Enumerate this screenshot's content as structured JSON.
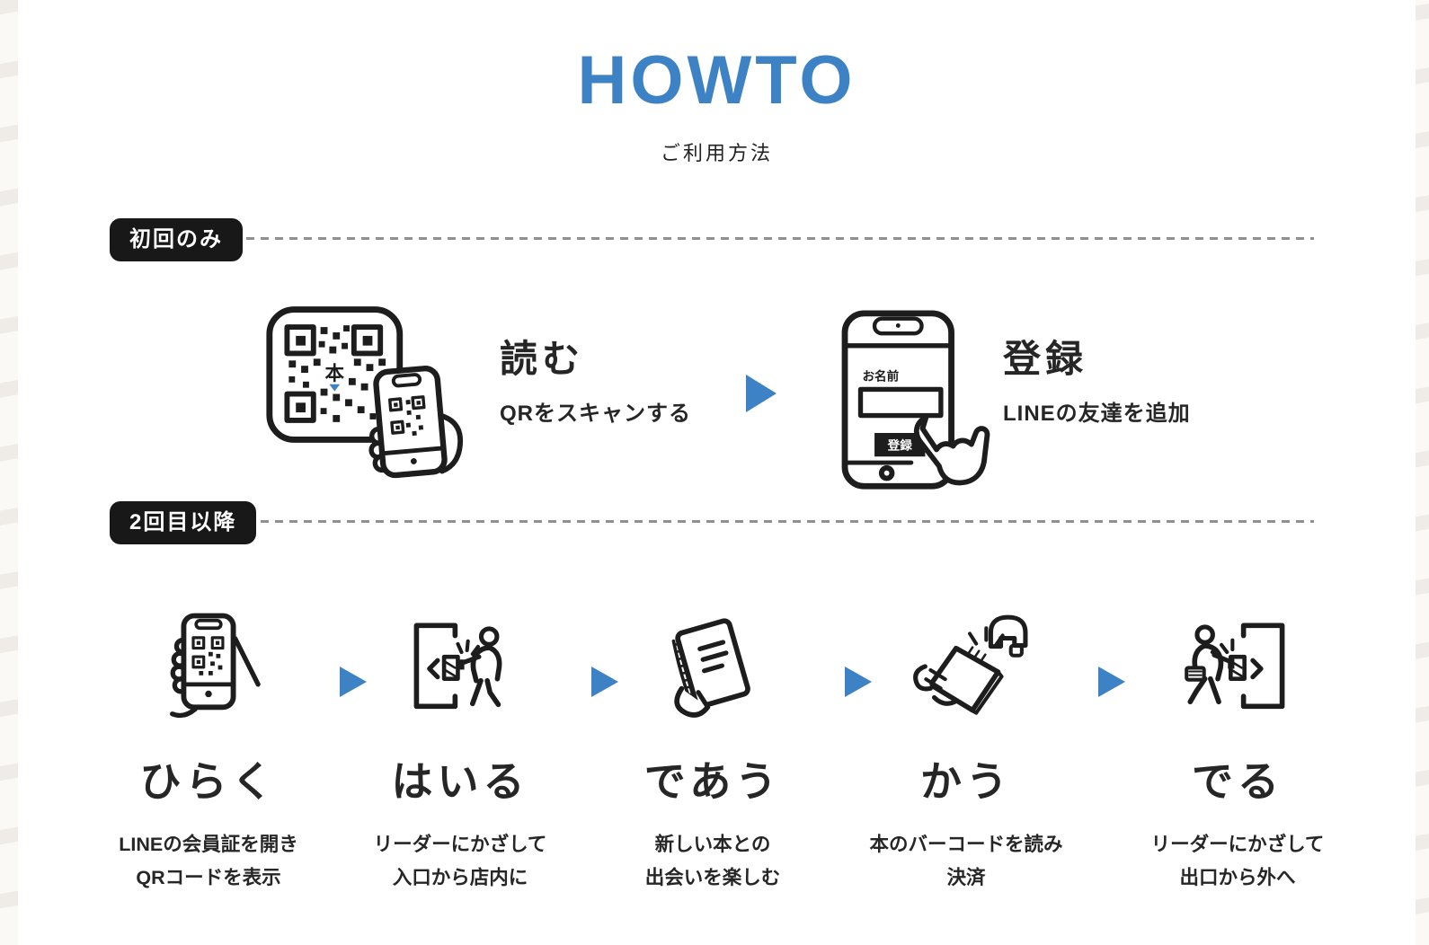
{
  "title": "HOWTO",
  "subtitle": "ご利用方法",
  "colors": {
    "accent_blue": "#3d82c4",
    "badge_black": "#181818",
    "text_dark": "#262626"
  },
  "sections": {
    "first_time": {
      "badge": "初回のみ",
      "steps": [
        {
          "title": "読む",
          "description": "QRをスキャンする",
          "icon": "qr-scan-icon",
          "qr_center_text": "本"
        },
        {
          "title": "登録",
          "description": "LINEの友達を追加",
          "icon": "register-form-phone-icon",
          "screen": {
            "name_label": "お名前",
            "button_label": "登録"
          }
        }
      ]
    },
    "repeat": {
      "badge": "2回目以降",
      "steps": [
        {
          "title": "ひらく",
          "description_line1": "LINEの会員証を開き",
          "description_line2": "QRコードを表示",
          "icon": "phone-membership-qr-icon"
        },
        {
          "title": "はいる",
          "description_line1": "リーダーにかざして",
          "description_line2": "入口から店内に",
          "icon": "enter-door-reader-icon"
        },
        {
          "title": "であう",
          "description_line1": "新しい本との",
          "description_line2": "出会いを楽しむ",
          "icon": "browse-book-icon"
        },
        {
          "title": "かう",
          "description_line1": "本のバーコードを読み",
          "description_line2": "決済",
          "icon": "barcode-scan-pay-icon"
        },
        {
          "title": "でる",
          "description_line1": "リーダーにかざして",
          "description_line2": "出口から外へ",
          "icon": "exit-door-reader-icon"
        }
      ]
    }
  }
}
